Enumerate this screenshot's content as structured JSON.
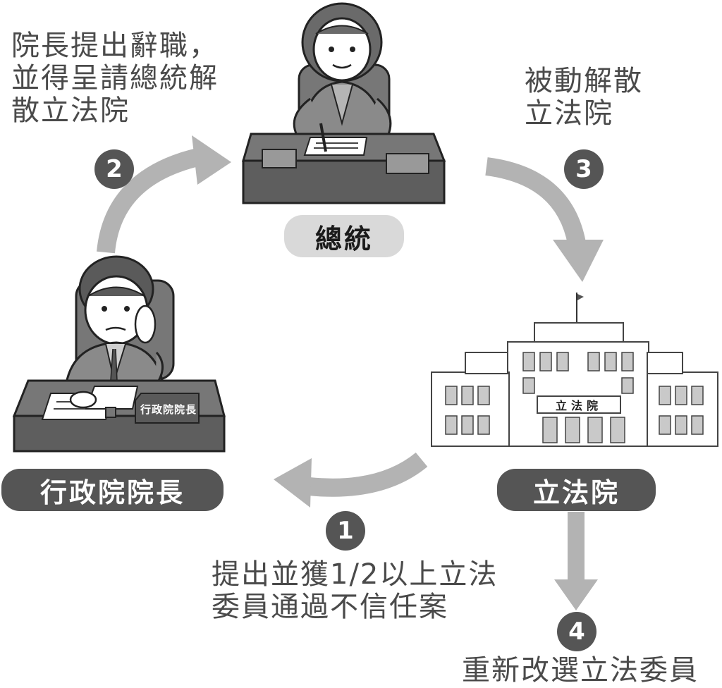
{
  "labels": {
    "president": "總統",
    "premier": "行政院院長",
    "legislature": "立法院",
    "premier_nameplate": "行政院院長",
    "building_sign": "立法院"
  },
  "steps": [
    {
      "number": "1",
      "lines": [
        "提出並獲1/2以上立法",
        "委員通過不信任案"
      ]
    },
    {
      "number": "2",
      "lines": [
        "院長提出辭職，",
        "並得呈請總統解",
        "散立法院"
      ]
    },
    {
      "number": "3",
      "lines": [
        "被動解散",
        "立法院"
      ]
    },
    {
      "number": "4",
      "lines": [
        "重新改選立法委員"
      ]
    }
  ],
  "colors": {
    "arrow": "#b3b3b3",
    "badge": "#555555",
    "pill_light": "#d9d9d9",
    "pill_dark": "#555555",
    "desk": "#6e6e6e"
  }
}
